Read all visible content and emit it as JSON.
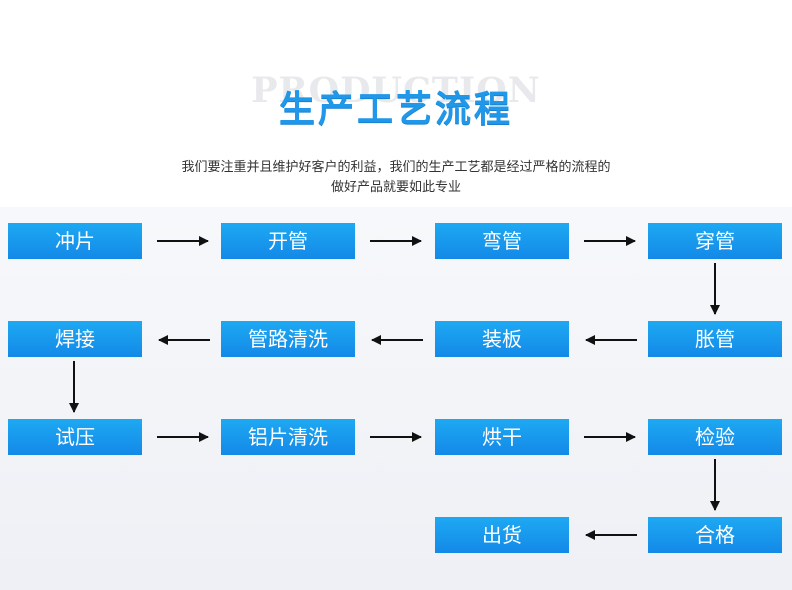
{
  "header": {
    "watermark": "PRODUCTION",
    "title": "生产工艺流程",
    "subtitle_line1": "我们要注重并且维护好客户的利益，我们的生产工艺都是经过严格的流程的",
    "subtitle_line2": "做好产品就要如此专业"
  },
  "steps": [
    {
      "label": "冲片"
    },
    {
      "label": "开管"
    },
    {
      "label": "弯管"
    },
    {
      "label": "穿管"
    },
    {
      "label": "胀管"
    },
    {
      "label": "装板"
    },
    {
      "label": "管路清洗"
    },
    {
      "label": "焊接"
    },
    {
      "label": "试压"
    },
    {
      "label": "铝片清洗"
    },
    {
      "label": "烘干"
    },
    {
      "label": "检验"
    },
    {
      "label": "合格"
    },
    {
      "label": "出货"
    }
  ],
  "colors": {
    "accent": "#1a96ec",
    "arrow": "#111111"
  }
}
